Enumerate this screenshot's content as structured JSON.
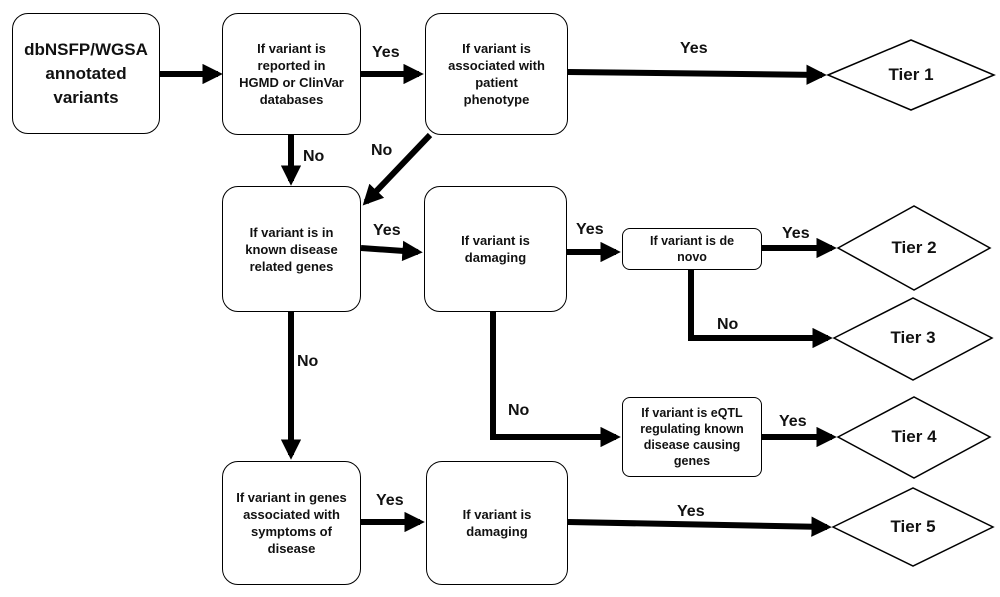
{
  "nodes": {
    "start": "dbNSFP/WGSA\nannotated\nvariants",
    "reported": "If variant is\nreported in\nHGMD or ClinVar\ndatabases",
    "phenotype": "If variant is\nassociated with\npatient\nphenotype",
    "known_genes": "If variant is in\nknown disease\nrelated genes",
    "damaging1": "If variant is\ndamaging",
    "de_novo": "If variant is de\nnovo",
    "eqtl": "If variant is eQTL\nregulating known\ndisease causing\ngenes",
    "symptom_genes": "If variant in genes\nassociated with\nsymptoms of\ndisease",
    "damaging2": "If variant is\ndamaging"
  },
  "tiers": {
    "tier1": "Tier 1",
    "tier2": "Tier 2",
    "tier3": "Tier 3",
    "tier4": "Tier 4",
    "tier5": "Tier 5"
  },
  "edge_labels": {
    "reported_yes": "Yes",
    "phenotype_yes": "Yes",
    "reported_no": "No",
    "phenotype_no": "No",
    "known_yes": "Yes",
    "damaging1_yes": "Yes",
    "denovo_yes": "Yes",
    "denovo_no": "No",
    "known_no": "No",
    "damaging1_no": "No",
    "eqtl_yes": "Yes",
    "symptom_yes": "Yes",
    "damaging2_yes": "Yes"
  }
}
